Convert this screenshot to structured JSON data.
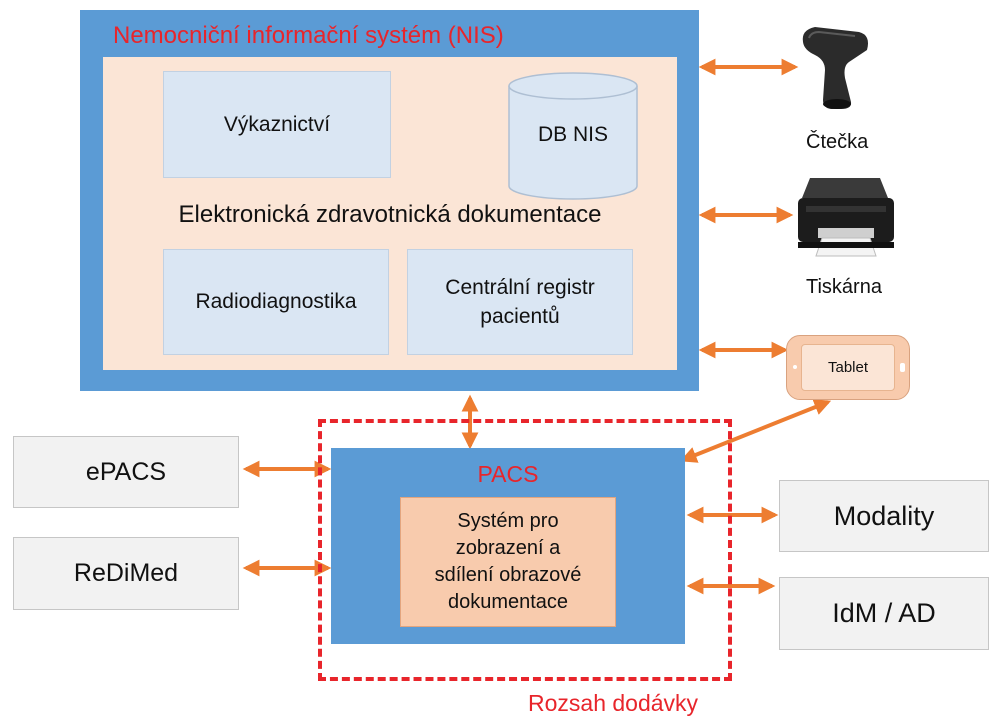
{
  "nis": {
    "title": "Nemocniční informační systém (NIS)",
    "ezd_label": "Elektronická zdravotnická dokumentace",
    "modules": {
      "vykaznictvi": "Výkaznictví",
      "db": "DB NIS",
      "radiodiagnostika": "Radiodiagnostika",
      "registr_line1": "Centrální registr",
      "registr_line2": "pacientů"
    }
  },
  "devices": {
    "reader": "Čtečka",
    "printer": "Tiskárna",
    "tablet": "Tablet"
  },
  "pacs": {
    "title": "PACS",
    "system_lines": [
      "Systém pro",
      "zobrazení a",
      "sdílení obrazové",
      "dokumentace"
    ]
  },
  "external": {
    "epacs": "ePACS",
    "redimed": "ReDiMed",
    "modality": "Modality",
    "idm": "IdM / AD"
  },
  "scope_label": "Rozsah dodávky",
  "colors": {
    "blue": "#5b9bd5",
    "peach_light": "#fbe5d6",
    "peach": "#f8cbad",
    "arrow": "#ed7d31",
    "red": "#e8252b",
    "light_blue": "#dae6f3",
    "grey": "#f2f2f2"
  }
}
